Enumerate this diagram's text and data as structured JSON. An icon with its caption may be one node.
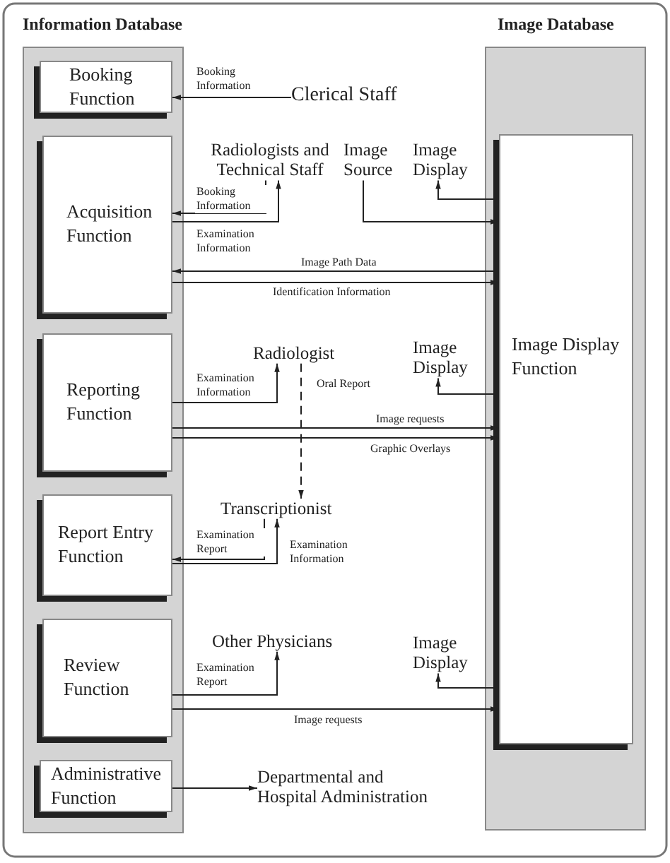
{
  "diagram": {
    "nodes": [
      {
        "text": [
          "Information Database"
        ]
      },
      {
        "text": [
          "Booking Function"
        ],
        "in": 0
      },
      {
        "text": [
          "Acquisition Function"
        ],
        "in": 0
      },
      {
        "text": [
          "Reporting Function"
        ],
        "in": 0
      },
      {
        "text": [
          "Report Entry Function"
        ],
        "in": 0
      },
      {
        "text": [
          "Review Function"
        ],
        "in": 0
      },
      {
        "text": [
          "Administrative Function"
        ],
        "in": 0
      },
      {
        "text": [
          "Image Database"
        ]
      },
      {
        "text": [
          "Image Display Function"
        ],
        "in": 7
      },
      {
        "text": [
          "Clerical Staff"
        ]
      },
      {
        "text": [
          "Radiologists and Technical Staff"
        ]
      },
      {
        "text": [
          "Image Source"
        ]
      },
      {
        "text": [
          "Image Display"
        ]
      },
      {
        "text": [
          "Radiologist"
        ]
      },
      {
        "text": [
          "Image Display"
        ]
      },
      {
        "text": [
          "Transcriptionist"
        ]
      },
      {
        "text": [
          "Other Physicians"
        ]
      },
      {
        "text": [
          "Image Display"
        ]
      },
      {
        "text": [
          "Departmental and Hospital Administration"
        ]
      }
    ],
    "edges": [
      {
        "from": 9,
        "to": 1,
        "arrow": "to",
        "label": "Booking Information"
      },
      {
        "from": 2,
        "to": 10,
        "arrow": "to",
        "label": "Examination Information"
      },
      {
        "from": 10,
        "to": 2,
        "arrow": "to",
        "label": "Booking Information"
      },
      {
        "from": 11,
        "to": 8,
        "arrow": "to"
      },
      {
        "from": 8,
        "to": 12,
        "arrow": "to"
      },
      {
        "from": 8,
        "to": 2,
        "arrow": "to",
        "label": "Image Path Data"
      },
      {
        "from": 2,
        "to": 8,
        "arrow": "to",
        "label": "Identification Information"
      },
      {
        "from": 3,
        "to": 13,
        "arrow": "to",
        "label": "Examination Information"
      },
      {
        "from": 13,
        "to": 15,
        "arrow": "to",
        "label": "Oral Report",
        "style": "dashed"
      },
      {
        "from": 8,
        "to": 14,
        "arrow": "to"
      },
      {
        "from": 3,
        "to": 8,
        "arrow": "to",
        "label": "Image requests"
      },
      {
        "from": 3,
        "to": 8,
        "arrow": "to",
        "label": "Graphic Overlays"
      },
      {
        "from": 4,
        "to": 15,
        "arrow": "to",
        "label": "Examination Information"
      },
      {
        "from": 15,
        "to": 4,
        "arrow": "to",
        "label": "Examination Report"
      },
      {
        "from": 5,
        "to": 16,
        "arrow": "to",
        "label": "Examination Report"
      },
      {
        "from": 8,
        "to": 17,
        "arrow": "to"
      },
      {
        "from": 5,
        "to": 8,
        "arrow": "to",
        "label": "Image requests"
      },
      {
        "from": 6,
        "to": 18,
        "arrow": "to"
      }
    ]
  }
}
